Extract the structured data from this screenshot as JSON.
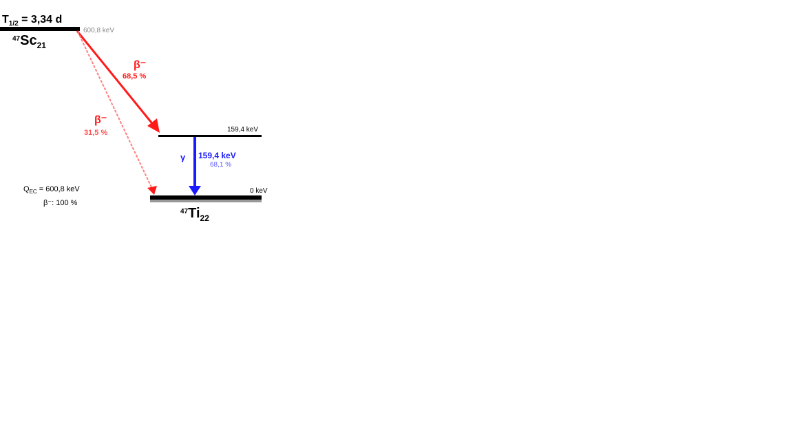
{
  "parent": {
    "half_life_symbol": "T",
    "half_life_sub": "1/2",
    "half_life_value": " = 3,34 d",
    "mass_number": "47",
    "element": "Sc",
    "atomic_number": "21",
    "level_energy": "600,8 keV"
  },
  "daughter": {
    "mass_number": "47",
    "element": "Ti",
    "atomic_number": "22",
    "excited_level_energy": "159,4 keV",
    "ground_level_energy": "0 keV"
  },
  "decays": {
    "beta_main": {
      "label": "β⁻",
      "intensity": "68,5 %"
    },
    "beta_ground": {
      "label": "β⁻",
      "intensity": "31,5 %"
    },
    "gamma": {
      "label": "γ",
      "energy": "159,4 keV",
      "intensity": "68,1 %"
    }
  },
  "q_value": {
    "symbol": "Q",
    "sub": "EC",
    "value": " = 600,8 keV",
    "beta_total": "β⁻: 100 %"
  },
  "colors": {
    "beta": "#ff1a1a",
    "beta_faint": "#ff8080",
    "gamma": "#1a1aff",
    "level": "#000000"
  }
}
